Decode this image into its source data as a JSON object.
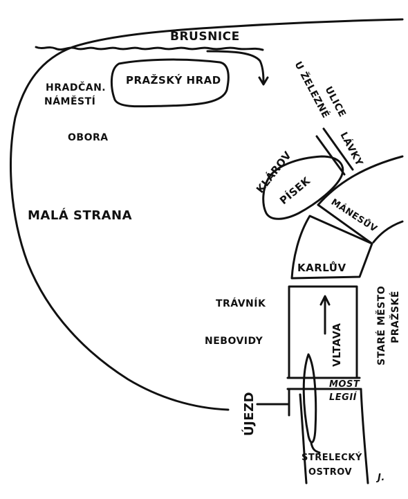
{
  "map": {
    "ink_color": "#111111",
    "paper_color": "#ffffff",
    "labels": {
      "brusnice": "BRUSNICE",
      "prazsky_hrad": "PRAŽSKÝ HRAD",
      "hradcanske": "HRADČAN.",
      "namesti": "NÁMĚSTÍ",
      "obora": "OBORA",
      "mala_strana": "MALÁ STRANA",
      "ulice_u": "ULICE",
      "zelezne": "U ŽELEZNÉ",
      "lavky": "LÁVKY",
      "klarov": "KLÁROV",
      "pisek": "PÍSEK",
      "manesuv": "MÁNESŮV",
      "karluv": "KARLŮV",
      "stare_mesto": "STARÉ MĚSTO",
      "prazske": "PRAŽSKÉ",
      "travnik": "TRÁVNÍK",
      "nebovidy": "NEBOVIDY",
      "vltava": "VLTAVA",
      "most": "MOST",
      "legii": "LEGIÍ",
      "ujezd": "ÚJEZD",
      "strelecky": "STŘELECKÝ",
      "ostrov": "OSTROV",
      "signature": "J."
    }
  }
}
